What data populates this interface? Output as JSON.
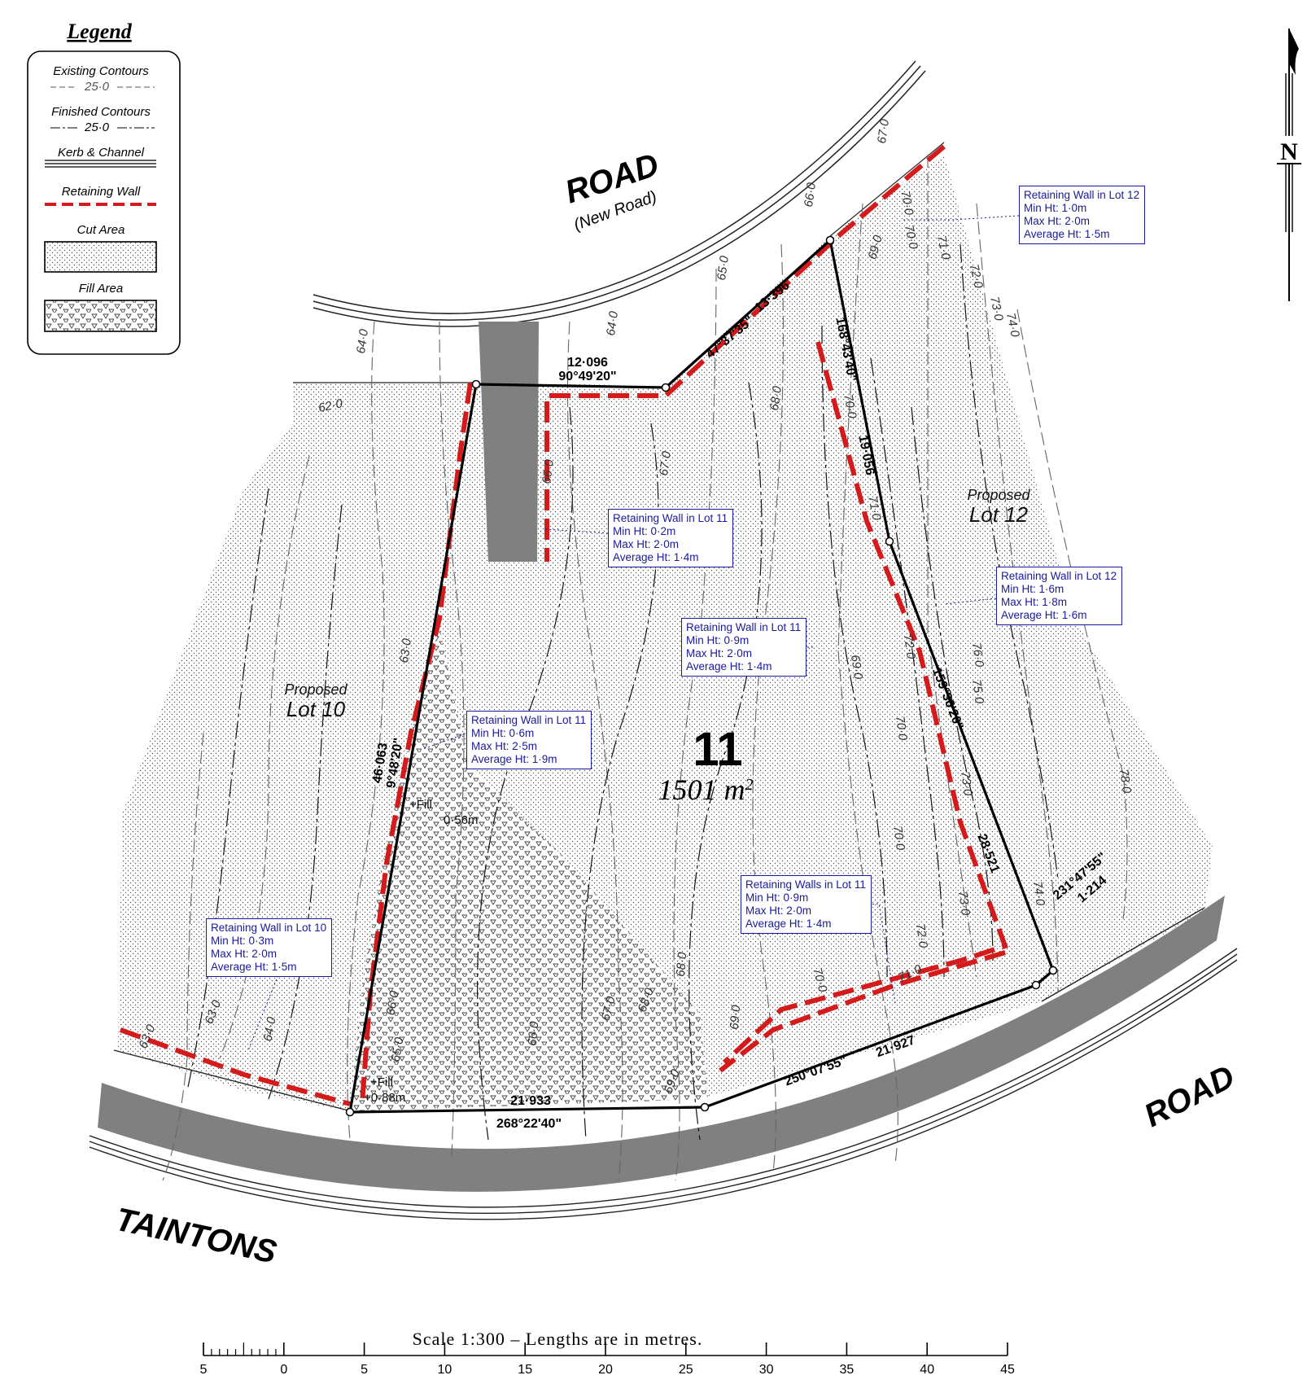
{
  "legend": {
    "title": "Legend",
    "items": [
      {
        "label": "Existing Contours",
        "sample": "25·0"
      },
      {
        "label": "Finished Contours",
        "sample": "25·0"
      },
      {
        "label": "Kerb & Channel"
      },
      {
        "label": "Retaining Wall"
      },
      {
        "label": "Cut Area"
      },
      {
        "label": "Fill Area"
      }
    ]
  },
  "colors": {
    "retaining_wall": "#d41a1a",
    "note_text": "#1a1a9a",
    "road_shade": "#808080"
  },
  "roads": {
    "new_road_name": "ROAD",
    "new_road_sub": "(New Road)",
    "main_road_left": "TAINTONS",
    "main_road_right": "ROAD"
  },
  "lots": {
    "lot11": {
      "number": "11",
      "area": "1501 m",
      "area_sup": "2"
    },
    "lot10": {
      "proposed": "Proposed",
      "name": "Lot 10"
    },
    "lot12": {
      "proposed": "Proposed",
      "name": "Lot 12"
    }
  },
  "dimensions": [
    {
      "text": "12·096"
    },
    {
      "text": "90°49'20\""
    },
    {
      "text": "47°37'35\""
    },
    {
      "text": "13·396"
    },
    {
      "text": "168°43'40\""
    },
    {
      "text": "19·056"
    },
    {
      "text": "159°36'20\""
    },
    {
      "text": "28·521"
    },
    {
      "text": "231°47'55\""
    },
    {
      "text": "1·214"
    },
    {
      "text": "250°07'55\""
    },
    {
      "text": "21·927"
    },
    {
      "text": "21·933"
    },
    {
      "text": "268°22'40\""
    },
    {
      "text": "46·063"
    },
    {
      "text": "9°48'20\""
    }
  ],
  "contour_labels": [
    "67·0",
    "66·0",
    "65·0",
    "64·0",
    "64·0",
    "62·0",
    "68·0",
    "67·0",
    "66·0",
    "70·0",
    "69·0",
    "70·0",
    "71·0",
    "72·0",
    "73·0",
    "74·0",
    "70·0",
    "71·0",
    "72·0",
    "69·0",
    "70·0",
    "73·0",
    "76·0",
    "75·0",
    "78·0",
    "74·0",
    "73·0",
    "72·0",
    "71·0",
    "70·0",
    "69·0",
    "68·0",
    "67·0",
    "66·0",
    "65·0",
    "66·0",
    "63·0",
    "63·0",
    "64·0",
    "63·0",
    "69·0",
    "68·0",
    "70·0"
  ],
  "fill_labels": [
    {
      "line1": "+Fill",
      "line2": "0·56m"
    },
    {
      "line1": "+Fill",
      "line2": "+0·88m"
    }
  ],
  "notes": [
    {
      "title": "Retaining Wall in Lot 12",
      "min": "Min Ht:  1·0m",
      "max": "Max Ht:  2·0m",
      "avg": "Average Ht:  1·5m"
    },
    {
      "title": "Retaining Wall in Lot 11",
      "min": "Min Ht:  0·2m",
      "max": "Max Ht:  2·0m",
      "avg": "Average Ht:  1·4m"
    },
    {
      "title": "Retaining Wall in Lot 12",
      "min": "Min Ht:  1·6m",
      "max": "Max Ht:  1·8m",
      "avg": "Average Ht:  1·6m"
    },
    {
      "title": "Retaining Wall in Lot 11",
      "min": "Min Ht:  0·9m",
      "max": "Max Ht:  2·0m",
      "avg": "Average Ht:  1·4m"
    },
    {
      "title": "Retaining Wall in Lot 11",
      "min": "Min Ht:  0·6m",
      "max": "Max Ht:  2·5m",
      "avg": "Average Ht:  1·9m"
    },
    {
      "title": "Retaining Walls in Lot 11",
      "min": "Min Ht:  0·9m",
      "max": "Max Ht:  2·0m",
      "avg": "Average Ht:  1·4m"
    },
    {
      "title": "Retaining Wall in Lot 10",
      "min": "Min Ht:  0·3m",
      "max": "Max Ht:  2·0m",
      "avg": "Average Ht:  1·5m"
    }
  ],
  "north": {
    "label": "N"
  },
  "scale": {
    "title": "Scale  1:300  –  Lengths  are  in  metres.",
    "ticks": [
      "5",
      "0",
      "5",
      "10",
      "15",
      "20",
      "25",
      "30",
      "35",
      "40",
      "45"
    ]
  }
}
